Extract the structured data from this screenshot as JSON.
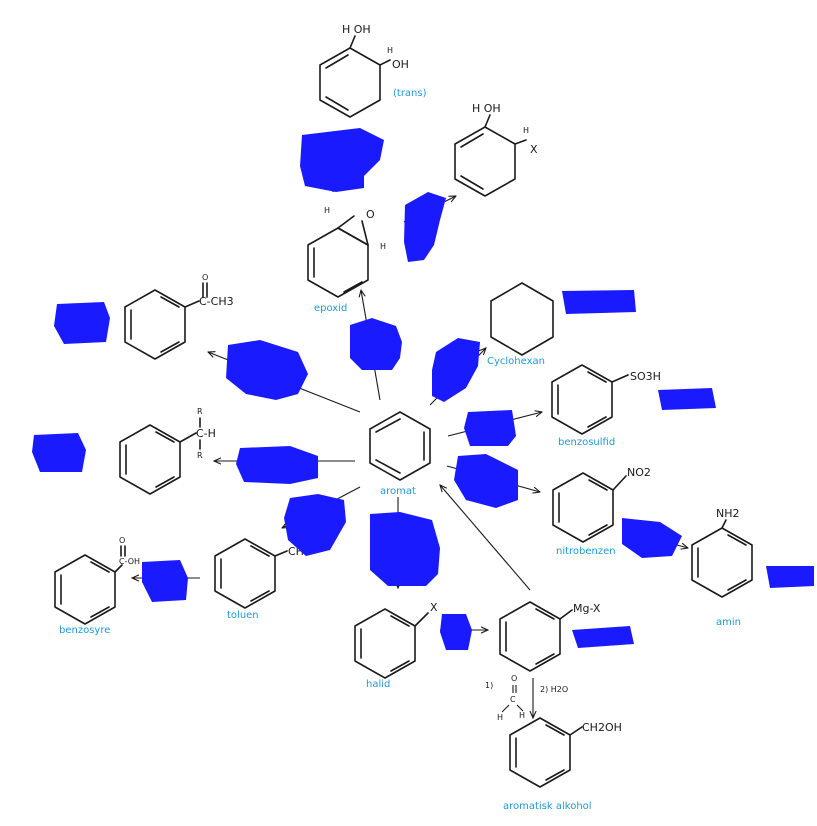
{
  "center_label": "aromat",
  "products": {
    "trans_diol": {
      "oh_top": "H OH",
      "h_right": "H",
      "oh_right": "OH",
      "note": "(trans)"
    },
    "halohydrin": {
      "top": "H OH",
      "h": "H",
      "x": "X"
    },
    "epoxide": {
      "h_left": "H",
      "o": "O",
      "h_right": "H",
      "label": "epoxid"
    },
    "ketone": {
      "o": "O",
      "group": "C-CH3"
    },
    "alkyl": {
      "r_top": "R",
      "ch": "C-H",
      "r_bottom": "R"
    },
    "cyclohexane": {
      "label": "Cyclohexan"
    },
    "sulfonic": {
      "group": "SO3H",
      "label": "benzosulfid"
    },
    "nitro": {
      "group": "NO2",
      "label": "nitrobenzen"
    },
    "amine": {
      "group": "NH2",
      "label": "amin"
    },
    "toluene": {
      "group": "CH3",
      "label": "toluen"
    },
    "benzoic": {
      "o": "O",
      "group": "C-OH",
      "label": "benzosyre"
    },
    "halide": {
      "x": "X",
      "label": "halid"
    },
    "grignard": {
      "group": "Mg-X",
      "step1": "1)",
      "formaldehyde_o": "O",
      "formaldehyde_c": "C",
      "formaldehyde_h_left": "H",
      "formaldehyde_h_right": "H",
      "step2": "2) H2O"
    },
    "alcohol": {
      "group": "CH2OH",
      "label": "aromatisk alkohol"
    }
  },
  "colors": {
    "ink": "#1a1a1a",
    "label": "#1e9ad6",
    "redaction": "#1a1aff"
  }
}
